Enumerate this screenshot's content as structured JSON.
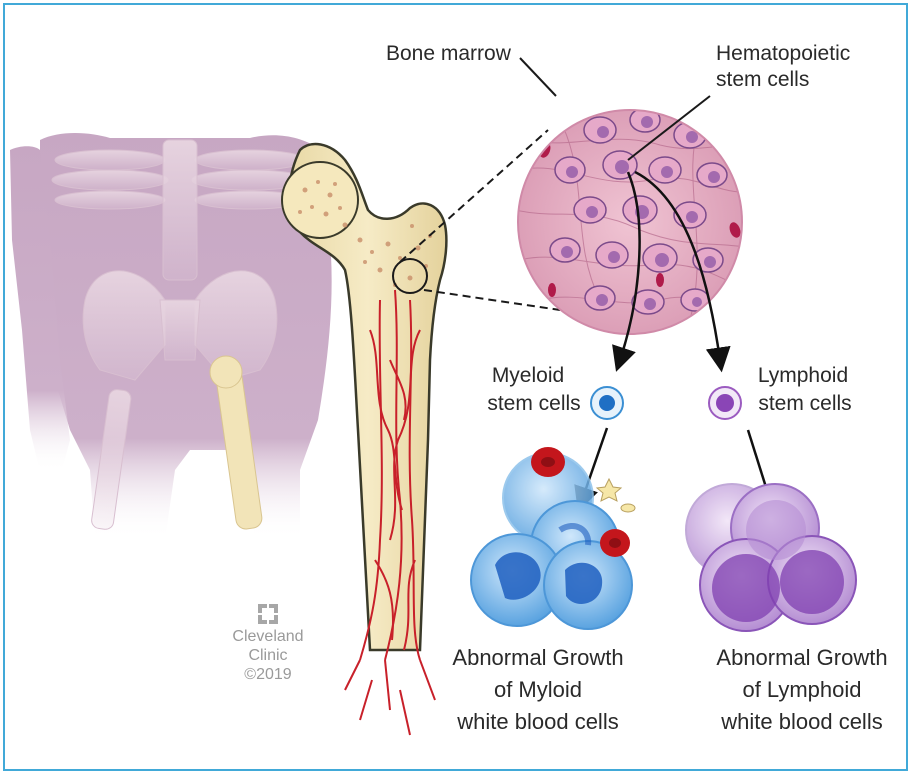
{
  "labels": {
    "bone_marrow": "Bone marrow",
    "hsc_line1": "Hematopoietic",
    "hsc_line2": "stem cells",
    "myeloid_line1": "Myeloid",
    "myeloid_line2": "stem cells",
    "lymphoid_line1": "Lymphoid",
    "lymphoid_line2": "stem cells",
    "abn_myeloid_line1": "Abnormal Growth",
    "abn_myeloid_line2": "of Myloid",
    "abn_myeloid_line3": "white blood cells",
    "abn_lymphoid_line1": "Abnormal Growth",
    "abn_lymphoid_line2": "of Lymphoid",
    "abn_lymphoid_line3": "white blood cells"
  },
  "logo": {
    "line1": "Cleveland",
    "line2": "Clinic",
    "line3": "©2019"
  },
  "colors": {
    "frame": "#41a9d8",
    "body": "#c8a8c4",
    "bone": "#f3e6bc",
    "marrow_circle": "#e9b6c8",
    "myeloid_cell": "#2f7fd0",
    "lymphoid_cell": "#9b5bc0",
    "red_blood_cell": "#c4161c",
    "vessel": "#c8202a"
  }
}
